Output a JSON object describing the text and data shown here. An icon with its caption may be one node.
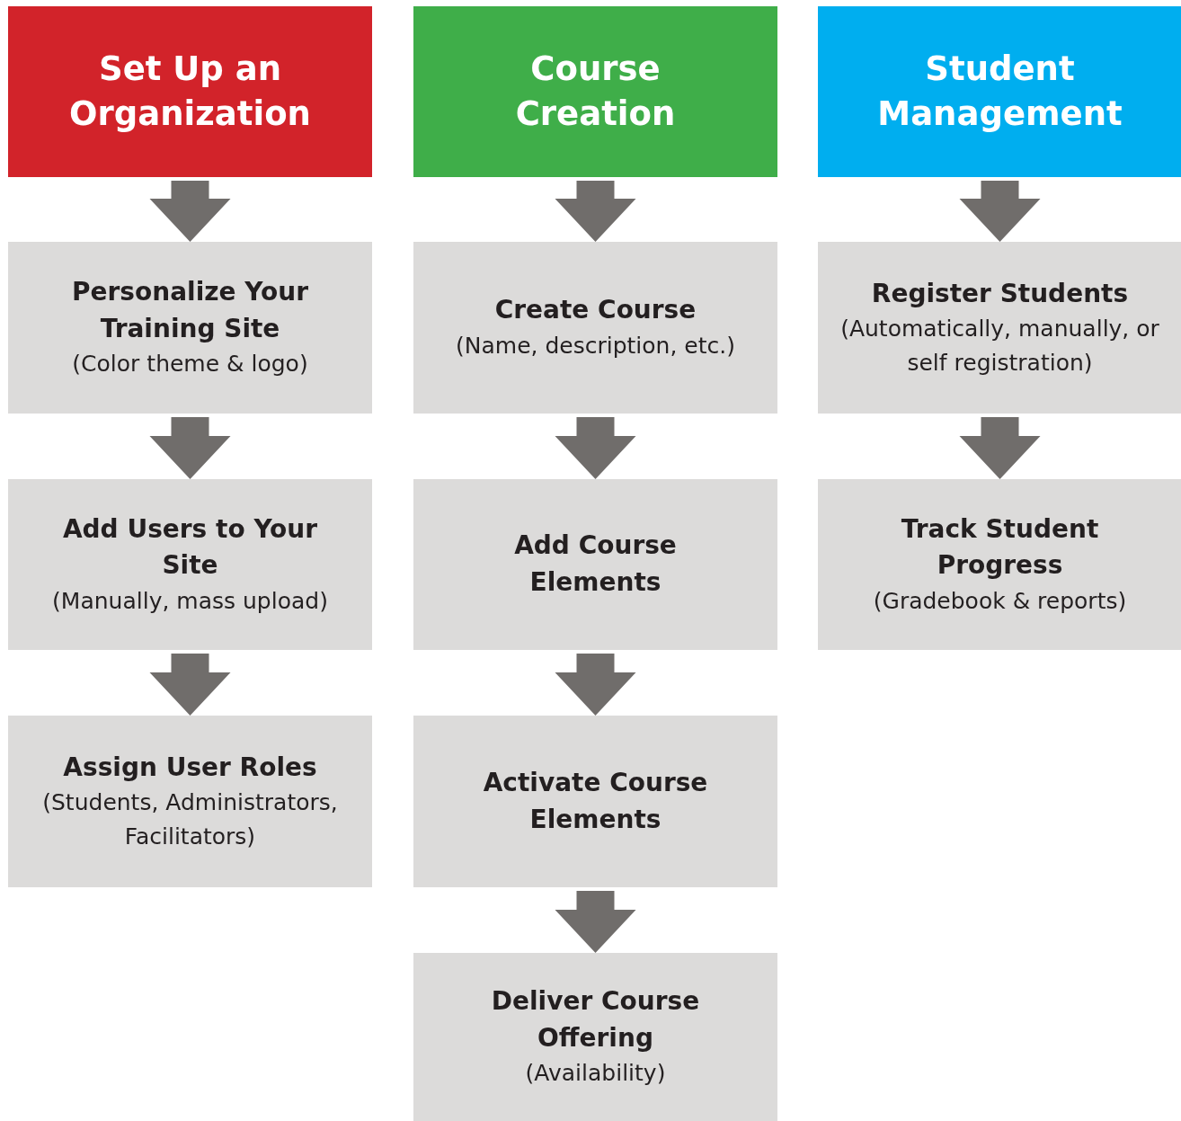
{
  "diagram": {
    "nodes": [
      {
        "text": [
          "Set Up an Organization"
        ]
      },
      {
        "text": [
          "Personalize Your Training Site",
          "(Color theme & logo)"
        ]
      },
      {
        "text": [
          "Add Users to Your Site",
          "(Manually, mass upload)"
        ]
      },
      {
        "text": [
          "Assign User Roles",
          "(Students, Administrators, Facilitators)"
        ]
      },
      {
        "text": [
          "Course Creation"
        ]
      },
      {
        "text": [
          "Create Course",
          "(Name, description, etc.)"
        ]
      },
      {
        "text": [
          "Add Course Elements"
        ]
      },
      {
        "text": [
          "Activate Course Elements"
        ]
      },
      {
        "text": [
          "Deliver Course Offering",
          "(Availability)"
        ]
      },
      {
        "text": [
          "Student Management"
        ]
      },
      {
        "text": [
          "Register Students",
          "(Automatically, manually, or self registration)"
        ]
      },
      {
        "text": [
          "Track Student Progress",
          "(Gradebook & reports)"
        ]
      }
    ],
    "edges": [
      {
        "from": 0,
        "to": 1,
        "arrow": "to"
      },
      {
        "from": 1,
        "to": 2,
        "arrow": "to"
      },
      {
        "from": 2,
        "to": 3,
        "arrow": "to"
      },
      {
        "from": 4,
        "to": 5,
        "arrow": "to"
      },
      {
        "from": 5,
        "to": 6,
        "arrow": "to"
      },
      {
        "from": 6,
        "to": 7,
        "arrow": "to"
      },
      {
        "from": 7,
        "to": 8,
        "arrow": "to"
      },
      {
        "from": 9,
        "to": 10,
        "arrow": "to"
      },
      {
        "from": 10,
        "to": 11,
        "arrow": "to"
      }
    ]
  }
}
